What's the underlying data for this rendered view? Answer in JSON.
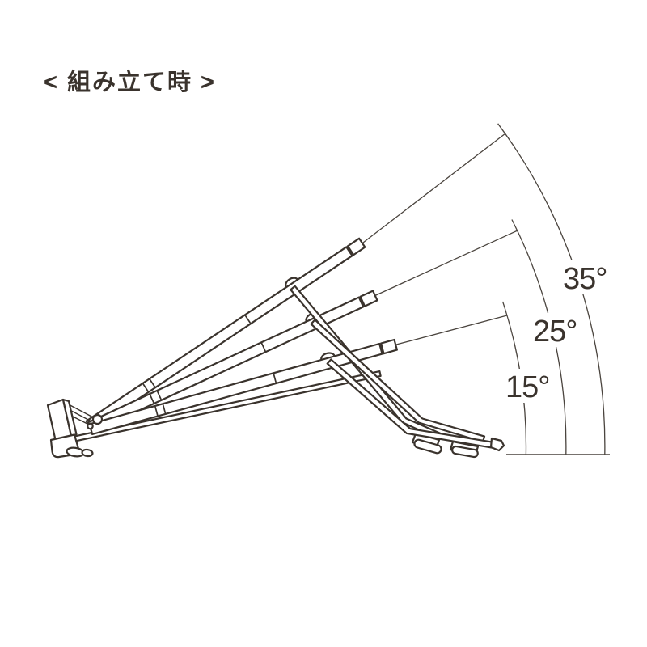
{
  "page": {
    "title": "< 組み立て時 >",
    "background_color": "#ffffff"
  },
  "diagram": {
    "subject": "folding-stand-assembled-side-view",
    "line_color": "#3a332d",
    "angle_labels": [
      "35°",
      "25°",
      "15°"
    ],
    "angles_deg": [
      35,
      25,
      15
    ]
  }
}
